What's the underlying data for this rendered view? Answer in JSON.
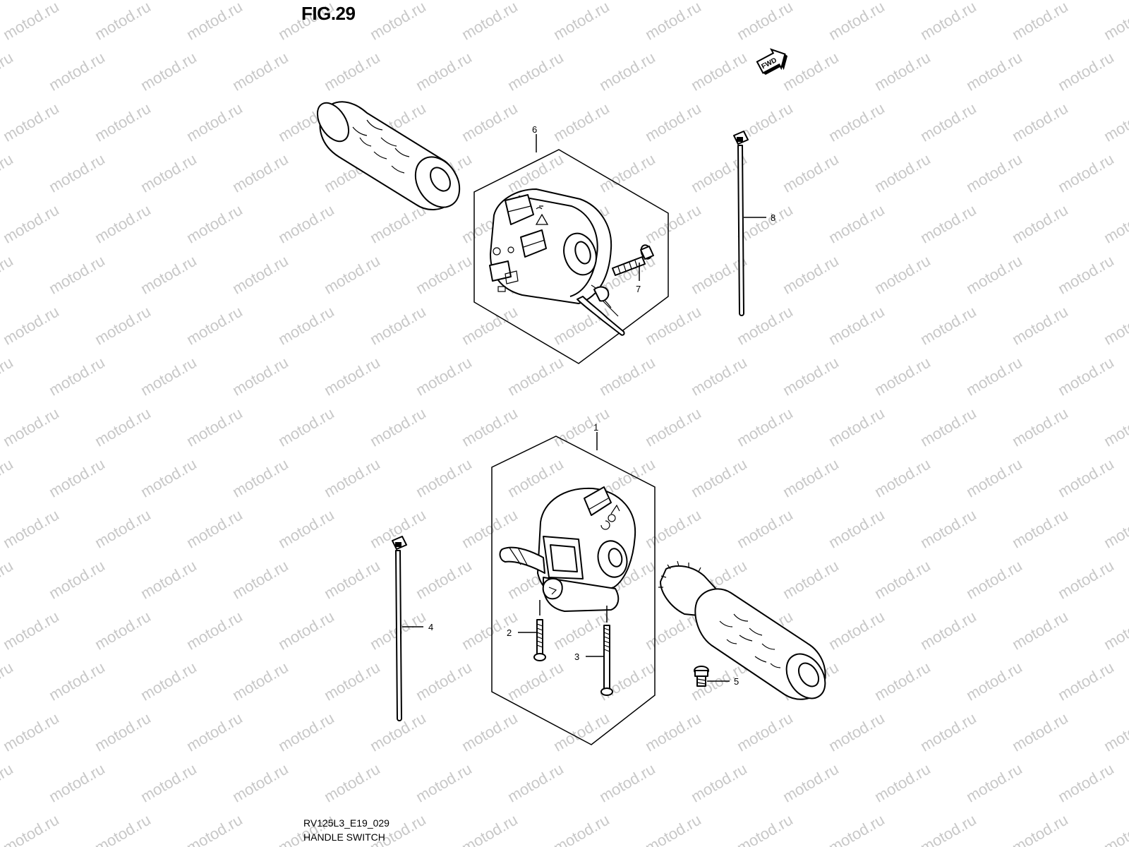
{
  "figure_label": "FIG.29",
  "watermark_text": "motod.ru",
  "fwd_label": "FWD",
  "diagram_code": "RV125L3_E19_029",
  "diagram_name": "HANDLE SWITCH",
  "callouts": {
    "c1": "1",
    "c2": "2",
    "c3": "3",
    "c4": "4",
    "c5": "5",
    "c6": "6",
    "c7": "7",
    "c8": "8"
  },
  "colors": {
    "line": "#000000",
    "watermark": "#c8c8c8",
    "background": "#ffffff"
  }
}
